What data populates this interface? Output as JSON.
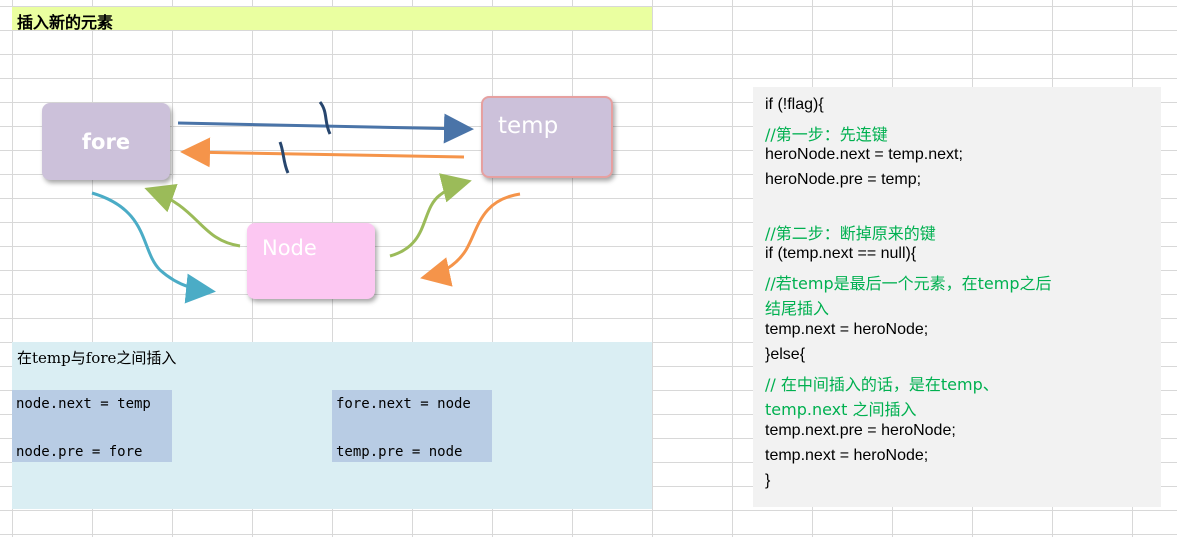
{
  "sheet": {
    "title": "插入新的元素"
  },
  "diagram": {
    "node_fore": "fore",
    "node_temp": "temp",
    "node_new": "Node"
  },
  "info": {
    "title": "在temp与fore之间插入",
    "left_box": {
      "line1": "node.next = temp",
      "line2": "node.pre = fore"
    },
    "right_box": {
      "line1": "fore.next = node",
      "line2": "temp.pre = node"
    }
  },
  "code": {
    "lines": [
      "if (!flag){",
      "  //第一步：先连键",
      "  heroNode.next = temp.next;",
      "  heroNode.pre = temp;",
      "  //第二步：断掉原来的键",
      " if (temp.next == null){",
      "   //若temp是最后一个元素，在temp之后",
      "结尾插入",
      "    temp.next = heroNode;",
      " }else{",
      "   // 在中间插入的话，是在temp、",
      "temp.next 之间插入",
      "    temp.next.pre = heroNode;",
      "    temp.next = heroNode;",
      " }"
    ]
  },
  "colors": {
    "title_band": "#eaffa0",
    "node_purple": "#ccc1da",
    "node_pink": "#fcc7f2",
    "arrow_blue": "#4a74a8",
    "arrow_orange": "#f5944a",
    "arrow_green": "#9bbb59",
    "arrow_teal": "#4bacc6",
    "info_bg": "#daeef3",
    "code_box_bg": "#b8cce4",
    "code_panel_bg": "#f2f2f2",
    "comment_green": "#00b050"
  }
}
